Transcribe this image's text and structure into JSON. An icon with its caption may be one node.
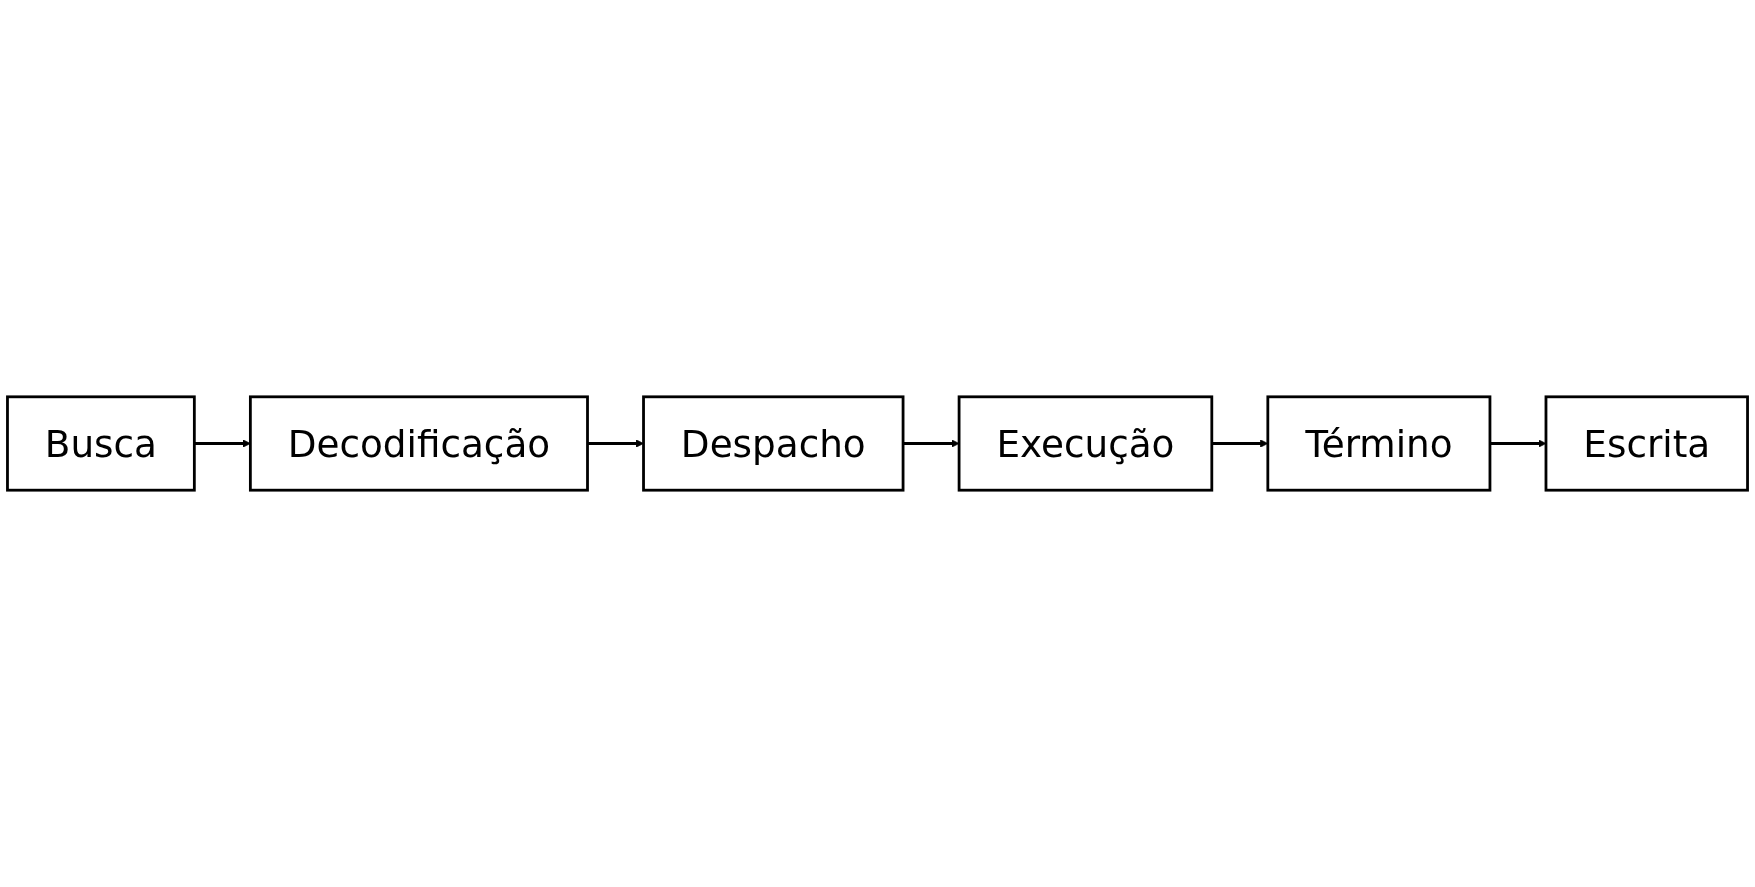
{
  "diagram": {
    "nodes": [
      {
        "text": [
          "Busca"
        ]
      },
      {
        "text": [
          "Decodificação"
        ]
      },
      {
        "text": [
          "Despacho"
        ]
      },
      {
        "text": [
          "Execução"
        ]
      },
      {
        "text": [
          "Término"
        ]
      },
      {
        "text": [
          "Escrita"
        ]
      }
    ],
    "edges": [
      {
        "from": 0,
        "to": 1,
        "arrow": "to"
      },
      {
        "from": 1,
        "to": 2,
        "arrow": "to"
      },
      {
        "from": 2,
        "to": 3,
        "arrow": "to"
      },
      {
        "from": 3,
        "to": 4,
        "arrow": "to"
      },
      {
        "from": 4,
        "to": 5,
        "arrow": "to"
      }
    ]
  }
}
